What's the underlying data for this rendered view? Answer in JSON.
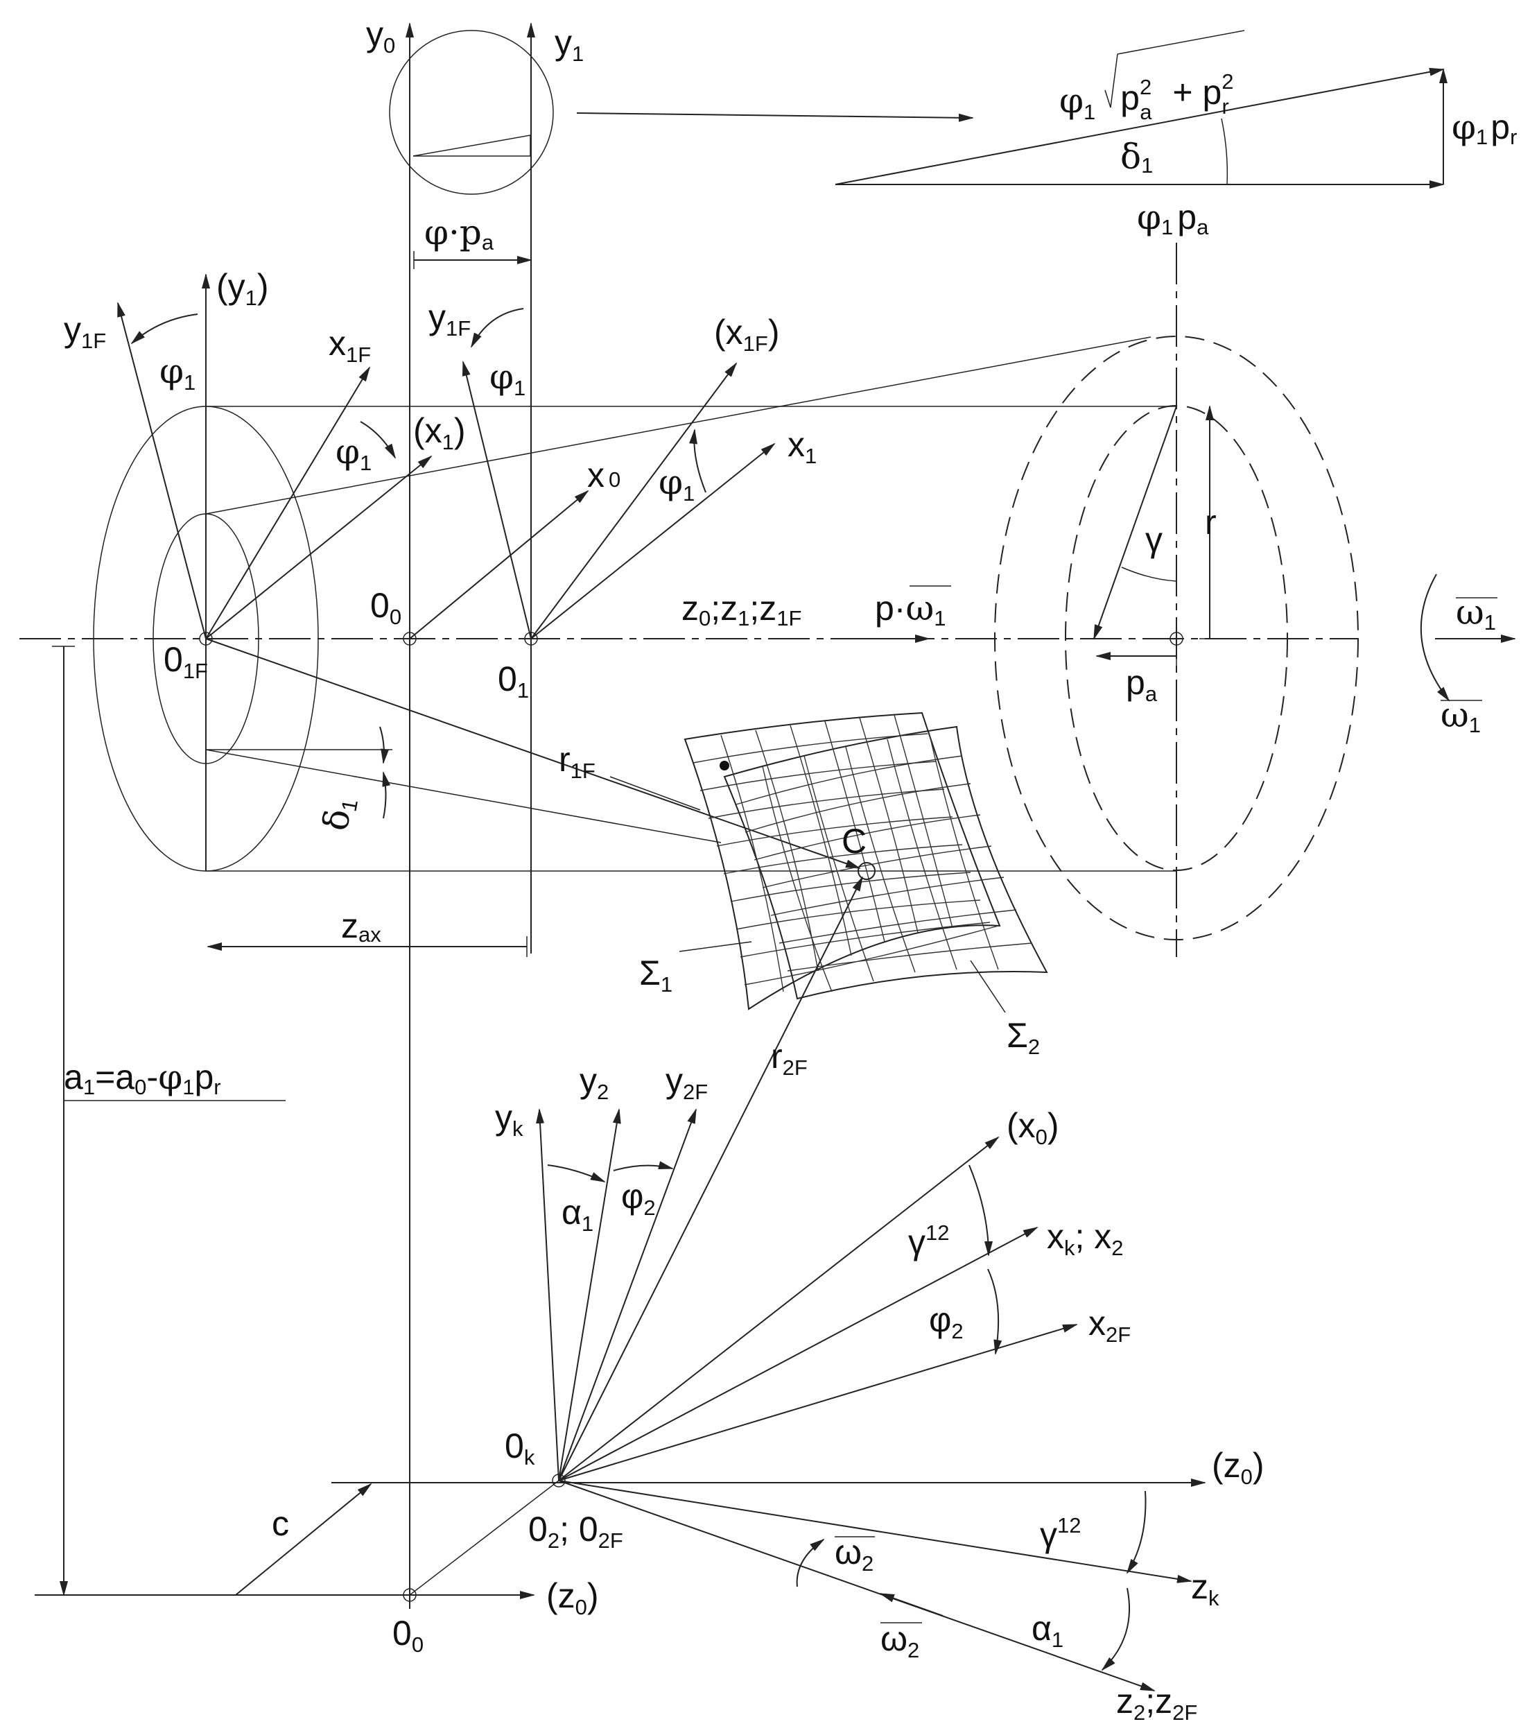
{
  "colors": {
    "line": "#222222",
    "background": "#ffffff"
  },
  "labels": {
    "y0": "y",
    "y0_sub": "0",
    "y1": "y",
    "y1_sub": "1",
    "y1p": "(y",
    "y1p_sub": "1",
    "y1p_close": ")",
    "y1F_a": "y",
    "y1F_a_sub": "1F",
    "y1F_b": "y",
    "y1F_b_sub": "1F",
    "x1F": "x",
    "x1F_sub": "1F",
    "x1Fp": "(x",
    "x1Fp_sub": "1F",
    "x1Fp_close": ")",
    "x1p": "(x",
    "x1p_sub": "1",
    "x1p_close": ")",
    "x0": "x",
    "x0_sub": "0",
    "x1": "x",
    "x1_sub": "1",
    "phi1_a": "φ",
    "phi1_a_sub": "1",
    "phi1_b": "φ",
    "phi1_b_sub": "1",
    "phi1_c": "φ",
    "phi1_c_sub": "1",
    "phi1_d": "φ",
    "phi1_d_sub": "1",
    "phi_pa": "φ·p",
    "phi_pa_sub": "a",
    "tri_hyp_phi": "φ",
    "tri_hyp_phi_sub": "1",
    "tri_hyp_p1": "p",
    "tri_hyp_p1_sup": "2",
    "tri_hyp_p1_sub": "a",
    "tri_hyp_plus": "+ p",
    "tri_hyp_p2_sup": "2",
    "tri_hyp_p2_sub": "r",
    "tri_delta": "δ",
    "tri_delta_sub": "1",
    "tri_base_phi": "φ",
    "tri_base_phi_sub": "1",
    "tri_base_p": "p",
    "tri_base_p_sub": "a",
    "tri_vert_phi": "φ",
    "tri_vert_phi_sub": "1",
    "tri_vert_p": "p",
    "tri_vert_p_sub": "r",
    "r": "r",
    "gamma": "γ",
    "pa": "p",
    "pa_sub": "a",
    "O1F": "0",
    "O1F_sub": "1F",
    "O0": "0",
    "O0_sub": "0",
    "O1": "0",
    "O1_sub": "1",
    "z_axes_z0": "z",
    "z_axes_z0_sub": "0",
    "z_axes_z1": ";z",
    "z_axes_z1_sub": "1",
    "z_axes_z1F": ";z",
    "z_axes_z1F_sub": "1F",
    "p_omega": "p·",
    "p_omega_w": "ω",
    "p_omega_sub": "1",
    "omega1_a": "ω",
    "omega1_a_sub": "1",
    "omega1_b": "ω",
    "omega1_b_sub": "1",
    "delta1": "δ",
    "delta1_sub": "1",
    "r1F": "r",
    "r1F_sub": "1F",
    "C": "C",
    "zax": "z",
    "zax_sub": "ax",
    "sigma1": "Σ",
    "sigma1_sub": "1",
    "sigma2": "Σ",
    "sigma2_sub": "2",
    "r2F": "r",
    "r2F_sub": "2F",
    "a1_eq": "a",
    "a1_eq_s1": "1",
    "a1_eq_mid": "=a",
    "a1_eq_s2": "0",
    "a1_eq_minus": "-φ",
    "a1_eq_s3": "1",
    "a1_eq_p": "p",
    "a1_eq_s4": "r",
    "yk": "y",
    "yk_sub": "k",
    "y2": "y",
    "y2_sub": "2",
    "y2F": "y",
    "y2F_sub": "2F",
    "alpha1_a": "α",
    "alpha1_a_sub": "1",
    "phi2_a": "φ",
    "phi2_a_sub": "2",
    "x0p": "(x",
    "x0p_sub": "0",
    "x0p_close": ")",
    "gamma12_a": "γ",
    "gamma12_a_sup": "12",
    "xk_x2": "x",
    "xk_sub": "k",
    "xk_sep": "; x",
    "x2_sub": "2",
    "phi2_b": "φ",
    "phi2_b_sub": "2",
    "x2F": "x",
    "x2F_sub": "2F",
    "Ok": "0",
    "Ok_sub": "k",
    "z0p_a": "(z",
    "z0p_a_sub": "0",
    "z0p_a_close": ")",
    "gamma12_b": "γ",
    "gamma12_b_sup": "12",
    "c": "c",
    "O2": "0",
    "O2_sub": "2",
    "O2_sep": "; 0",
    "O2F_sub": "2F",
    "omega2_a": "ω",
    "omega2_a_sub": "2",
    "omega2_b": "ω",
    "omega2_b_sub": "2",
    "zk": "z",
    "zk_sub": "k",
    "alpha1_b": "α",
    "alpha1_b_sub": "1",
    "z0p_b": "(z",
    "z0p_b_sub": "0",
    "z0p_b_close": ")",
    "O0_b": "0",
    "O0_b_sub": "0",
    "z2_z2F": "z",
    "z2_sub": "2",
    "z2_sep": ";z",
    "z2F_sub": "2F"
  }
}
